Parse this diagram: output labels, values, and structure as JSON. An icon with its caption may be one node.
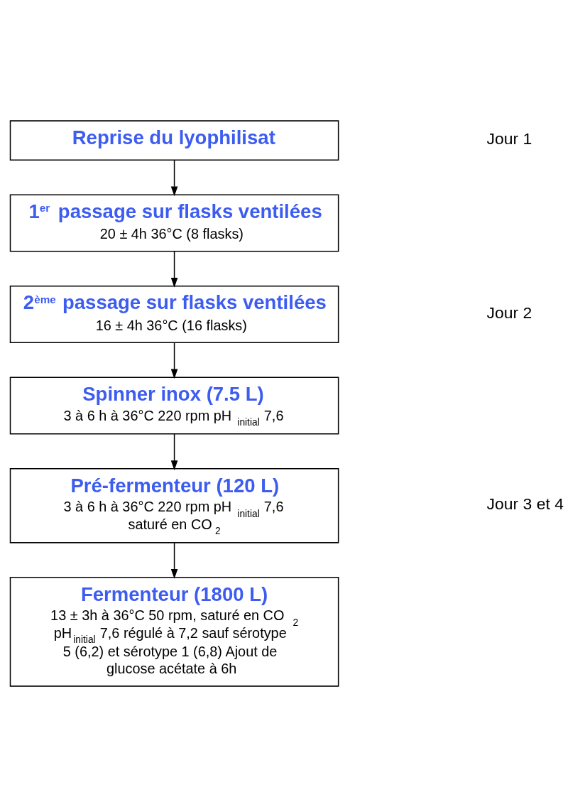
{
  "diagram": {
    "nodes": [
      {
        "text": [
          "Reprise du lyophilisat"
        ]
      },
      {
        "text": [
          "1$^{er}$ passage sur flasks ventilées",
          "20 ± 4h 36°C (8 flasks)"
        ]
      },
      {
        "text": [
          "2$^{ème}$ passage sur flasks ventilées",
          "16 ± 4h 36°C (16 flasks)"
        ]
      },
      {
        "text": [
          "Spinner inox (7.5 L)",
          "3 à 6 h à 36°C 220 rpm pH$_{initial}$ 7,6"
        ]
      },
      {
        "text": [
          "Pré-fermenteur (120 L)",
          "3 à 6 h à 36°C 220 rpm pH$_{initial}$ 7,6 saturé en CO$_{2}$"
        ]
      },
      {
        "text": [
          "Fermenteur (1800 L)",
          "13 ± 3h à 36°C 50 rpm, saturé en CO$_{2}$ pH$_{initial}$ 7,6 régulé à 7,2 sauf sérotype 5 (6,2) et sérotype 1 (6,8) Ajout de glucose acétate à 6h"
        ]
      }
    ],
    "edges": [
      {
        "from": 0,
        "to": 1,
        "arrow": "to"
      },
      {
        "from": 1,
        "to": 2,
        "arrow": "to"
      },
      {
        "from": 2,
        "to": 3,
        "arrow": "to"
      },
      {
        "from": 3,
        "to": 4,
        "arrow": "to"
      },
      {
        "from": 4,
        "to": 5,
        "arrow": "to"
      }
    ],
    "labels": [
      "Jour 1",
      "Jour 2",
      "Jour 3 et 4"
    ]
  }
}
